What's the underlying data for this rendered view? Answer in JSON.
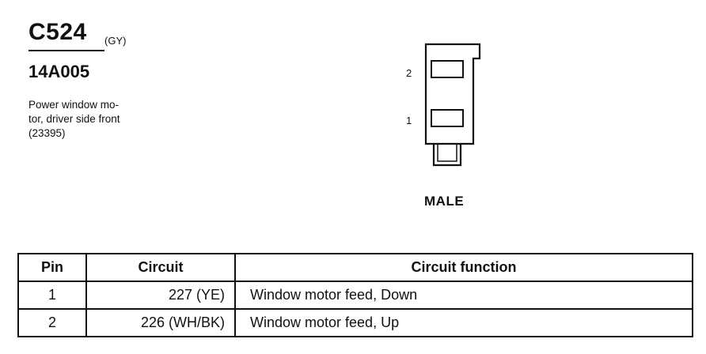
{
  "connector": {
    "id": "C524",
    "color": "(GY)",
    "part_number": "14A005",
    "description": [
      "Power window mo-",
      "tor, driver side front",
      "(23395)"
    ],
    "gender": "MALE",
    "pin_labels": [
      "2",
      "1"
    ]
  },
  "table": {
    "headers": [
      "Pin",
      "Circuit",
      "Circuit function"
    ],
    "rows": [
      {
        "pin": "1",
        "circuit": "227 (YE)",
        "function": "Window motor feed, Down"
      },
      {
        "pin": "2",
        "circuit": "226 (WH/BK)",
        "function": "Window motor feed, Up"
      }
    ]
  }
}
